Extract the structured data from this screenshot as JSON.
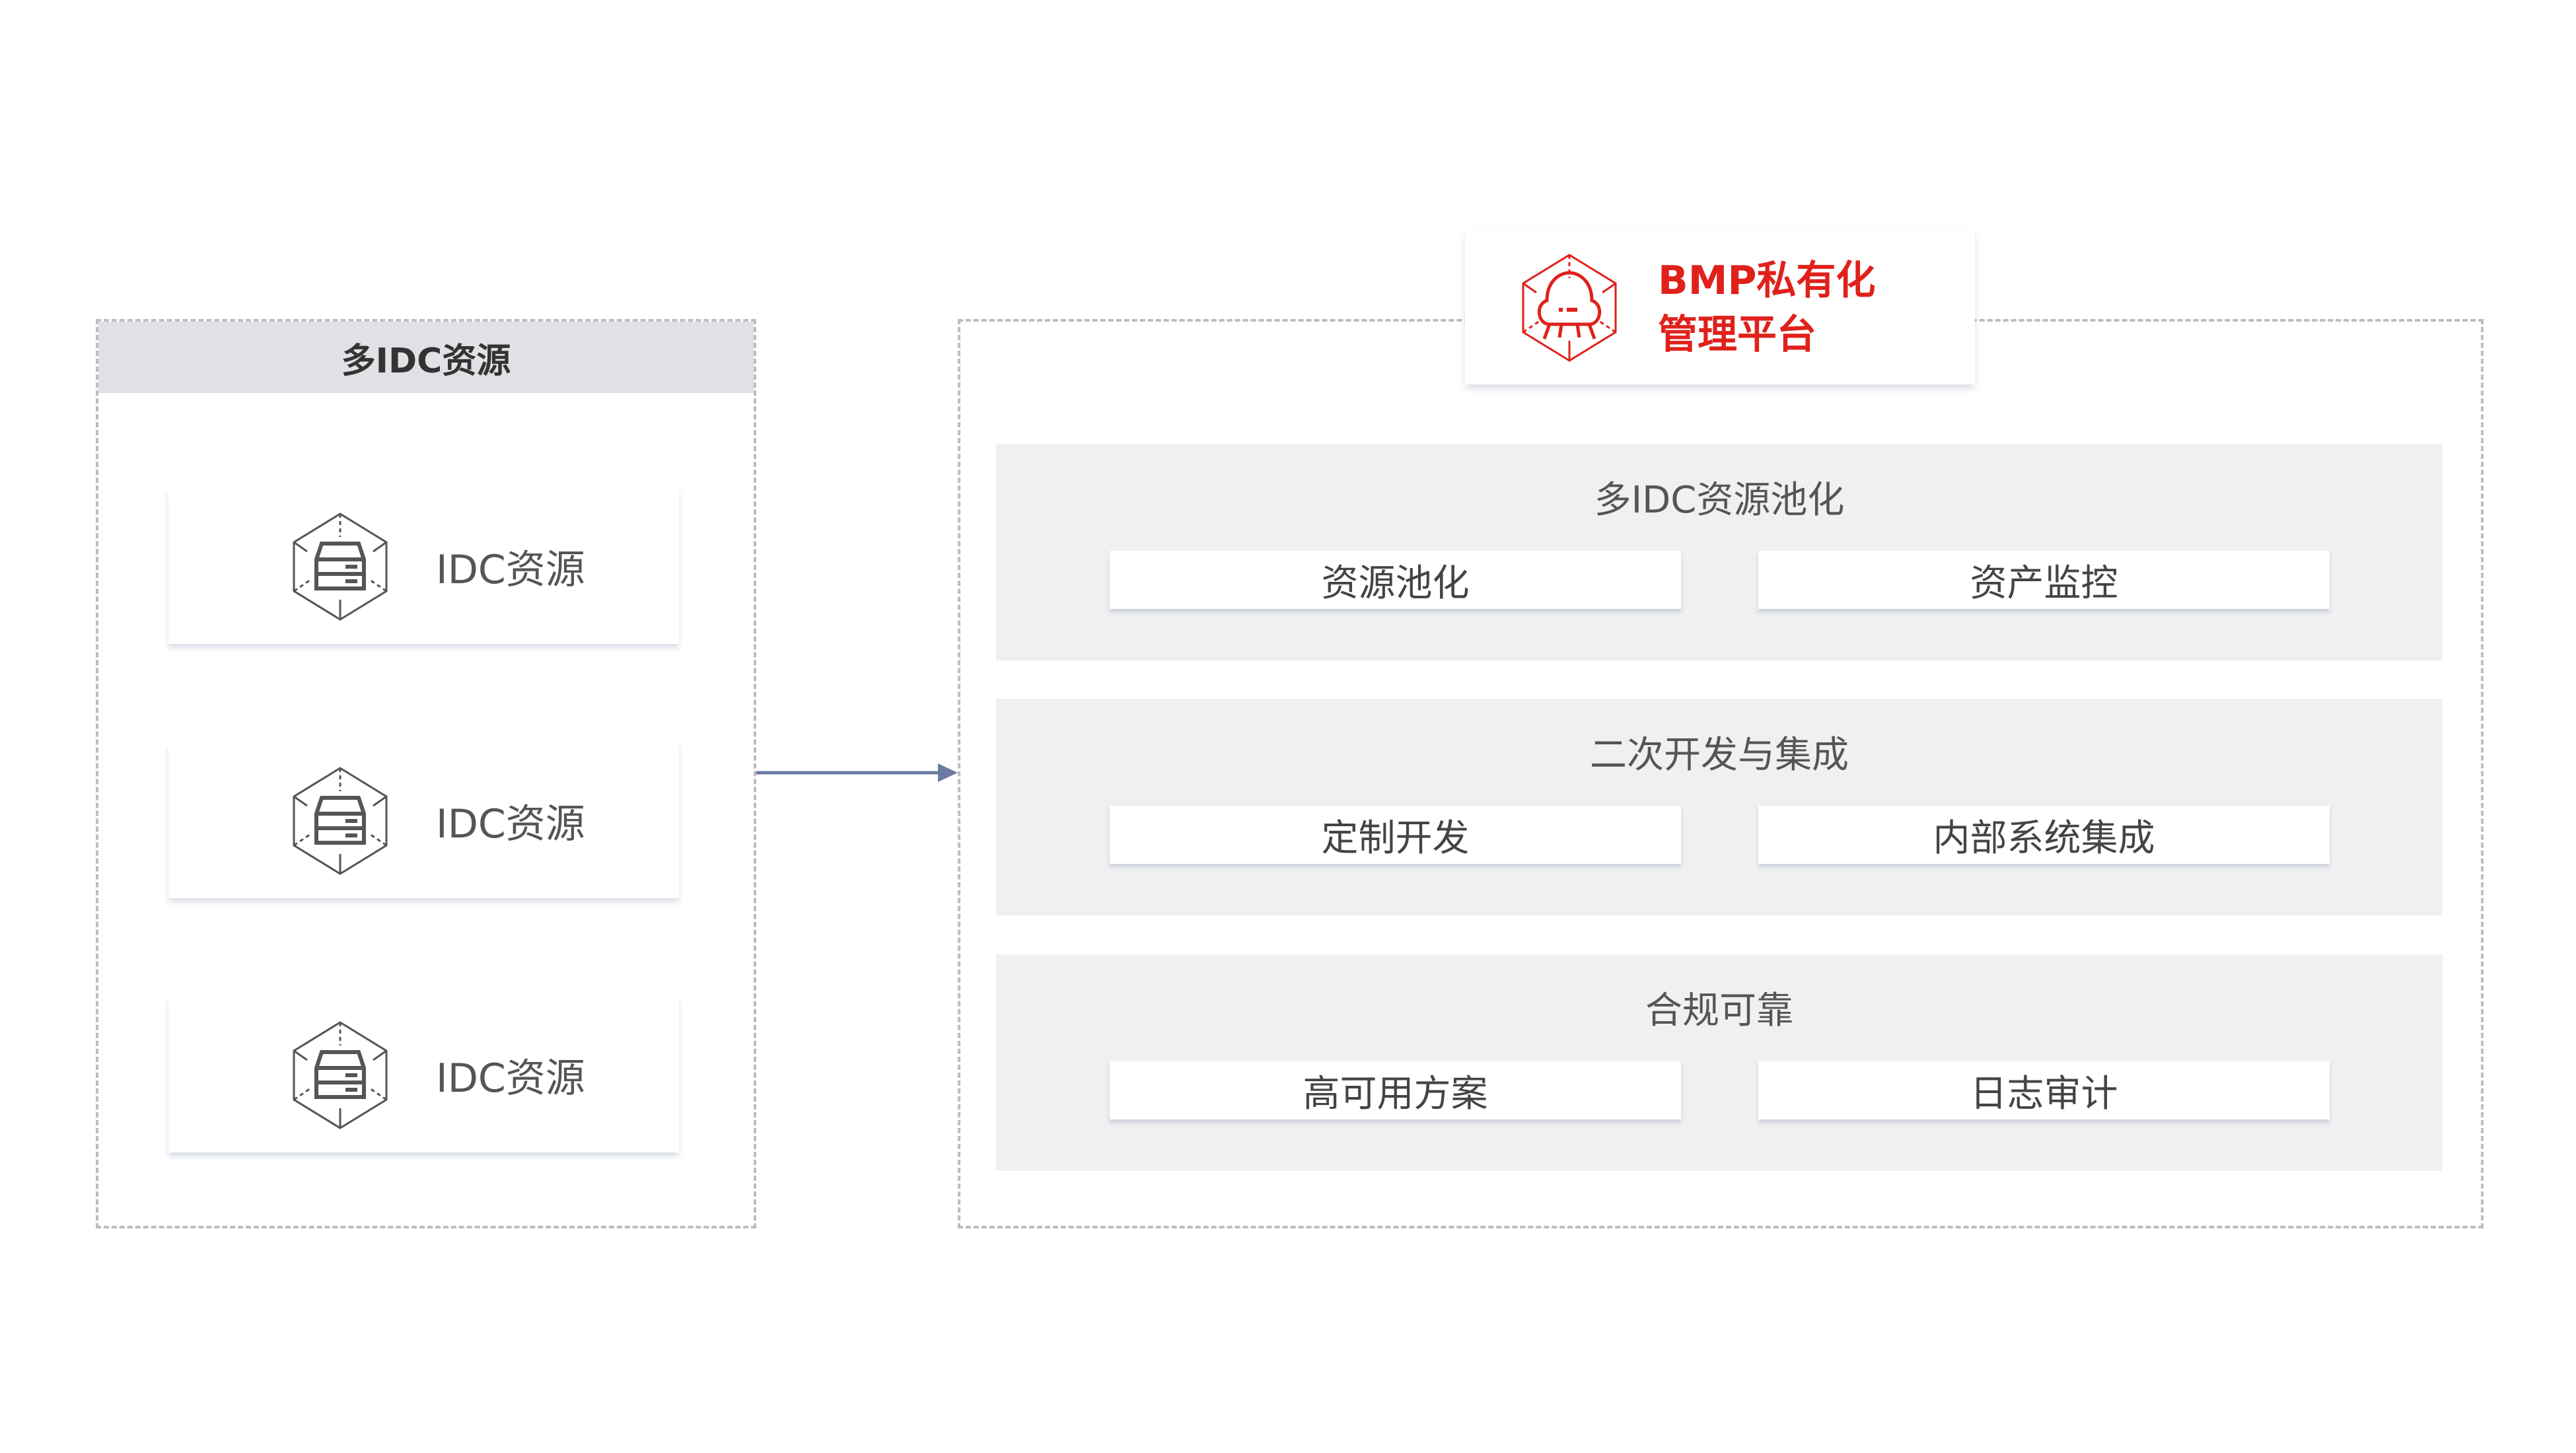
{
  "left_panel": {
    "title": "多IDC资源",
    "items": [
      {
        "label": "IDC资源"
      },
      {
        "label": "IDC资源"
      },
      {
        "label": "IDC资源"
      }
    ]
  },
  "platform": {
    "line1": "BMP私有化",
    "line2": "管理平台",
    "brand_color": "#e0211b"
  },
  "sections": [
    {
      "title": "多IDC资源池化",
      "items": [
        "资源池化",
        "资产监控"
      ]
    },
    {
      "title": "二次开发与集成",
      "items": [
        "定制开发",
        "内部系统集成"
      ]
    },
    {
      "title": "合规可靠",
      "items": [
        "高可用方案",
        "日志审计"
      ]
    }
  ]
}
